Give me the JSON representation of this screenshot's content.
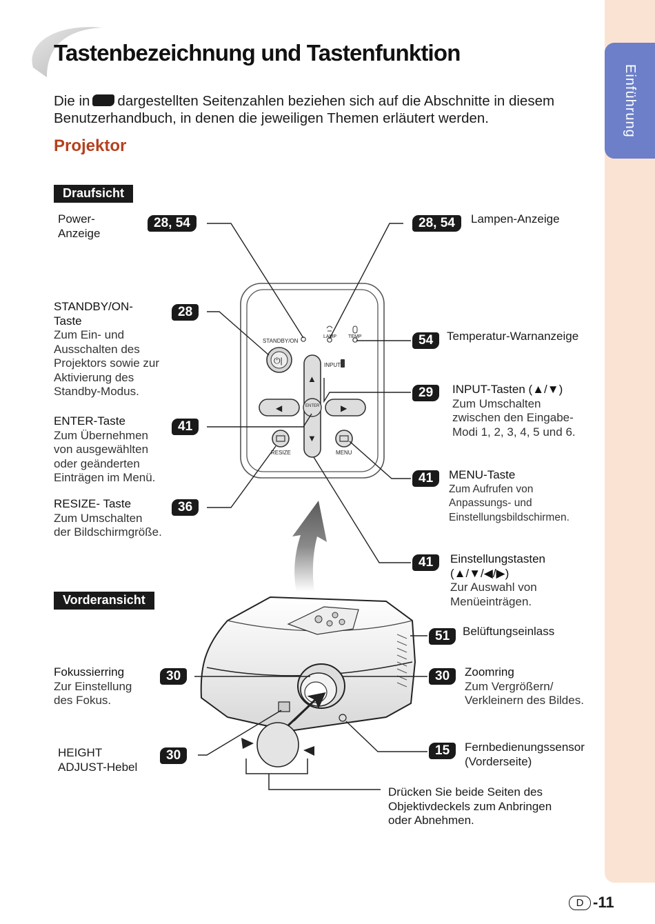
{
  "side_tab": {
    "label": "Einführung",
    "color": "#6c7fc8",
    "strip_color": "#fbe3d3"
  },
  "title": "Tastenbezeichnung und Tastenfunktion",
  "intro": {
    "before": "Die in",
    "after": "dargestellten Seitenzahlen beziehen sich auf die Abschnitte in diesem Benutzerhandbuch, in denen die jeweiligen Themen erläutert werden."
  },
  "section": {
    "label": "Projektor",
    "color": "#b5401f"
  },
  "top_view": {
    "label": "Draufsicht",
    "panel_text": {
      "standby": "STANDBY/ON",
      "lamp": "LAMP",
      "temp": "TEMP",
      "input": "INPUT",
      "enter": "ENTER",
      "resize": "RESIZE",
      "menu": "MENU"
    },
    "callouts": {
      "power": {
        "title": "Power-\nAnzeige",
        "page": "28, 54"
      },
      "lamp": {
        "title": "Lampen-Anzeige",
        "page": "28, 54"
      },
      "standby": {
        "title": "STANDBY/ON-\nTaste",
        "desc": "Zum Ein- und\nAusschalten des\nProjektors sowie zur\nAktivierung des\nStandby-Modus.",
        "page": "28"
      },
      "temp": {
        "title": "Temperatur-Warnanzeige",
        "page": "54"
      },
      "input": {
        "title": "INPUT-Tasten (▲/▼)",
        "desc": "Zum Umschalten\nzwischen den Eingabe-\nModi 1, 2, 3, 4, 5 und 6.",
        "page": "29"
      },
      "enter": {
        "title": "ENTER-Taste",
        "desc": "Zum Übernehmen\nvon ausgewählten\noder geänderten\nEinträgen im Menü.",
        "page": "41"
      },
      "menu": {
        "title": "MENU-Taste",
        "desc": "Zum Aufrufen von\nAnpassungs- und\nEinstellungsbildschirmen.",
        "page": "41"
      },
      "resize": {
        "title": "RESIZE- Taste",
        "desc": "Zum Umschalten\nder Bildschirmgröße.",
        "page": "36"
      },
      "adjust": {
        "title": "Einstellungstasten\n(▲/▼/◀/▶)",
        "desc": "Zur Auswahl von\nMenüeinträgen.",
        "page": "41"
      }
    }
  },
  "front_view": {
    "label": "Vorderansicht",
    "callouts": {
      "vent": {
        "title": "Belüftungseinlass",
        "page": "51"
      },
      "focus": {
        "title": "Fokussierring",
        "desc": "Zur Einstellung\ndes Fokus.",
        "page": "30"
      },
      "zoom": {
        "title": "Zoomring",
        "desc": "Zum Vergrößern/\nVerkleinern des Bildes.",
        "page": "30"
      },
      "height": {
        "title": "HEIGHT\nADJUST-Hebel",
        "page": "30"
      },
      "remote": {
        "title": "Fernbedienungssensor\n(Vorderseite)",
        "page": "15"
      },
      "lens_cap": {
        "desc": "Drücken Sie beide Seiten des\nObjektivdeckels zum Anbringen\noder Abnehmen."
      }
    }
  },
  "footer": {
    "letter": "D",
    "page": "-11"
  }
}
